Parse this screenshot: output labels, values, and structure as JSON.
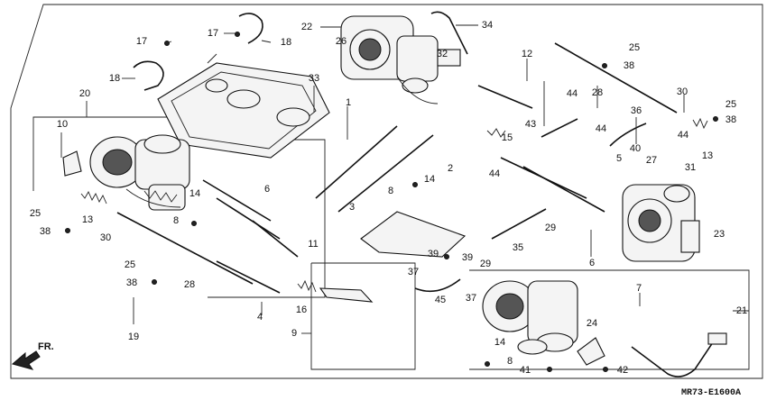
{
  "diagram_code": "MR73-E1600A",
  "direction_label": "FR.",
  "labels": {
    "n1": "1",
    "n2": "2",
    "n3": "3",
    "n4": "4",
    "n5": "5",
    "n6a": "6",
    "n6b": "6",
    "n7": "7",
    "n8a": "8",
    "n8b": "8",
    "n8c": "8",
    "n9": "9",
    "n10": "10",
    "n11": "11",
    "n12": "12",
    "n13a": "13",
    "n13b": "13",
    "n14a": "14",
    "n14b": "14",
    "n14c": "14",
    "n15": "15",
    "n16": "16",
    "n17a": "17",
    "n17b": "17",
    "n18a": "18",
    "n18b": "18",
    "n19": "19",
    "n20": "20",
    "n21": "21",
    "n22": "22",
    "n23": "23",
    "n24": "24",
    "n25a": "25",
    "n25b": "25",
    "n25c": "25",
    "n26": "26",
    "n27": "27",
    "n28a": "28",
    "n28b": "28",
    "n29a": "29",
    "n29b": "29",
    "n30a": "30",
    "n30b": "30",
    "n31": "31",
    "n32": "32",
    "n33": "33",
    "n34": "34",
    "n35": "35",
    "n36": "36",
    "n37a": "37",
    "n37b": "37",
    "n38a": "38",
    "n38b": "38",
    "n38c": "38",
    "n38d": "38",
    "n39a": "39",
    "n39b": "39",
    "n40": "40",
    "n41": "41",
    "n42": "42",
    "n43": "43",
    "n44a": "44",
    "n44b": "44",
    "n44c": "44",
    "n45": "45"
  }
}
